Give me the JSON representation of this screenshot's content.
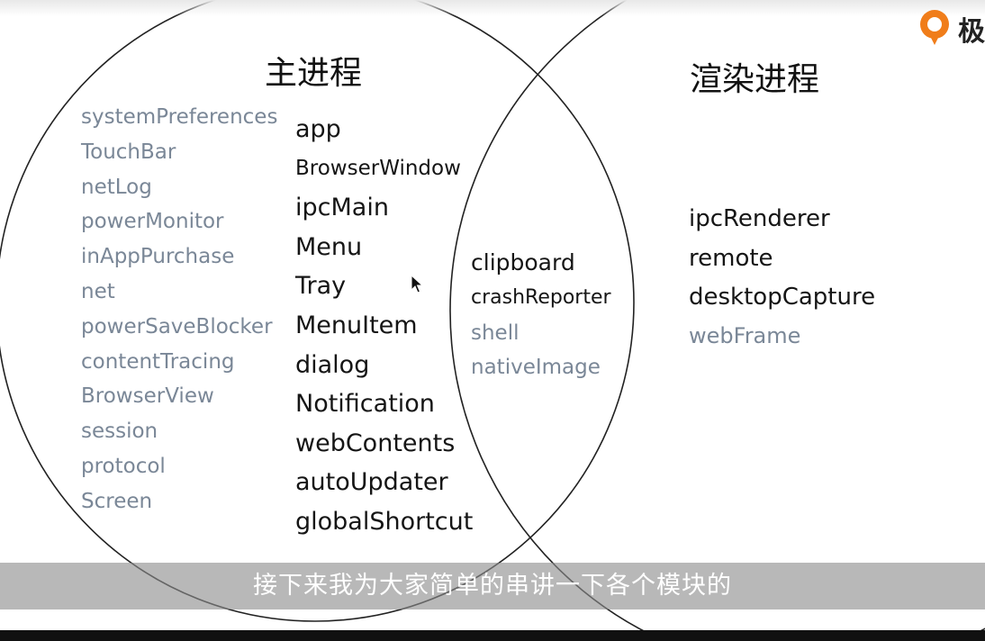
{
  "main_process": {
    "title": "主进程",
    "gray_modules": [
      "systemPreferences",
      "TouchBar",
      "netLog",
      "powerMonitor",
      "inAppPurchase",
      "net",
      "powerSaveBlocker",
      "contentTracing",
      "BrowserView",
      "session",
      "protocol",
      "Screen"
    ],
    "core_modules": [
      "app",
      "BrowserWindow",
      "ipcMain",
      "Menu",
      "Tray",
      "MenuItem",
      "dialog",
      "Notification",
      "webContents",
      "autoUpdater",
      "globalShortcut"
    ]
  },
  "shared": {
    "modules": [
      "clipboard",
      "crashReporter",
      "shell",
      "nativeImage"
    ]
  },
  "renderer_process": {
    "title": "渲染进程",
    "modules": [
      "ipcRenderer",
      "remote",
      "desktopCapture",
      "webFrame"
    ]
  },
  "logo": {
    "name": "orange-logo",
    "text": "极"
  },
  "subtitle": {
    "text": "接下来我为大家简单的串讲一下各个模块的"
  },
  "colors": {
    "primary_text": "#151515",
    "secondary_text": "#7a8797",
    "logo_orange": "#f07d1a",
    "subtitle_bg": "#8c8c8c"
  }
}
